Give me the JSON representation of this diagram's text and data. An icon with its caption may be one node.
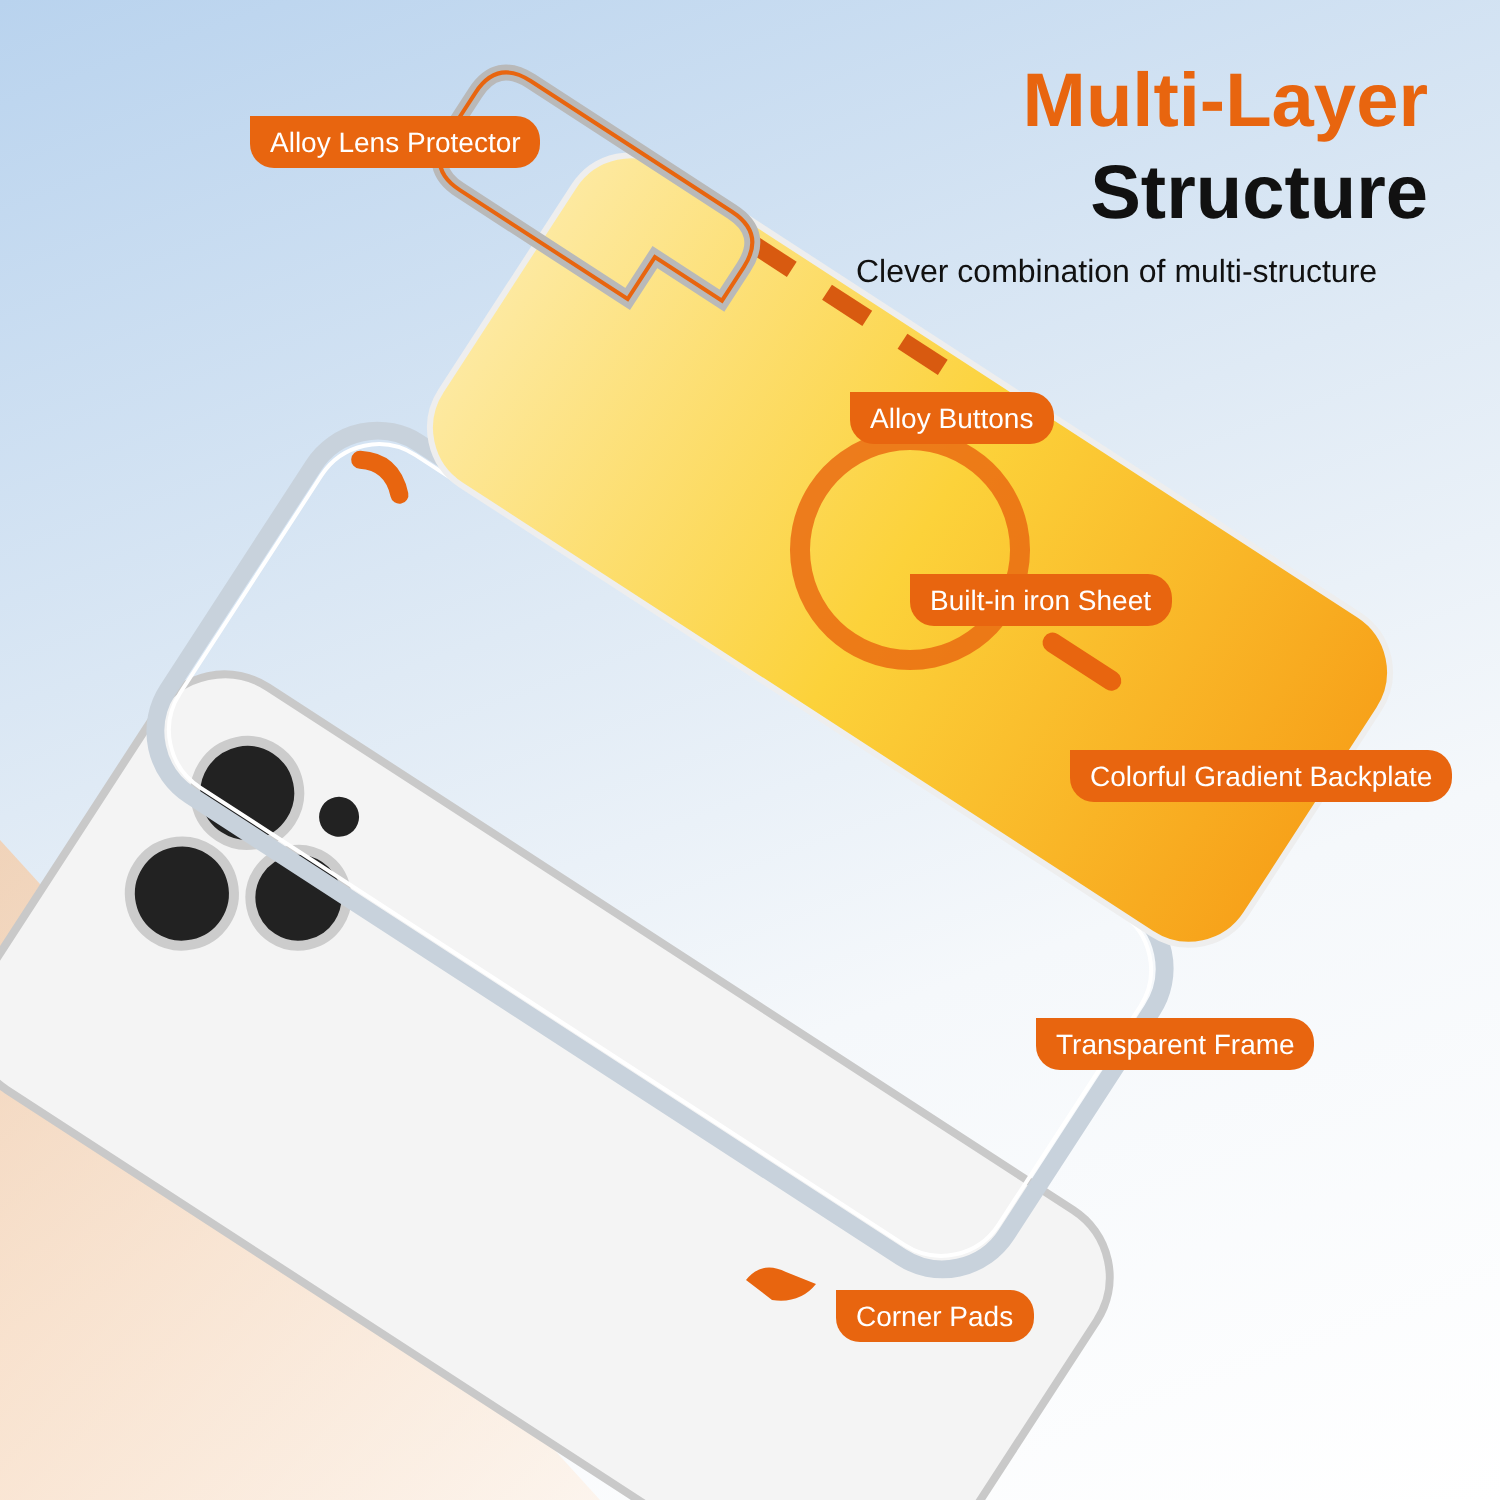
{
  "diagram": {
    "title": "Multi-Layer Structure",
    "labels": [
      "Alloy Lens Protector",
      "Clever combination of multi-structure",
      "Alloy Buttons",
      "Built-in iron Sheet",
      "Colorful Gradient Backplate",
      "Transparent Frame",
      "Corner Pads"
    ]
  }
}
